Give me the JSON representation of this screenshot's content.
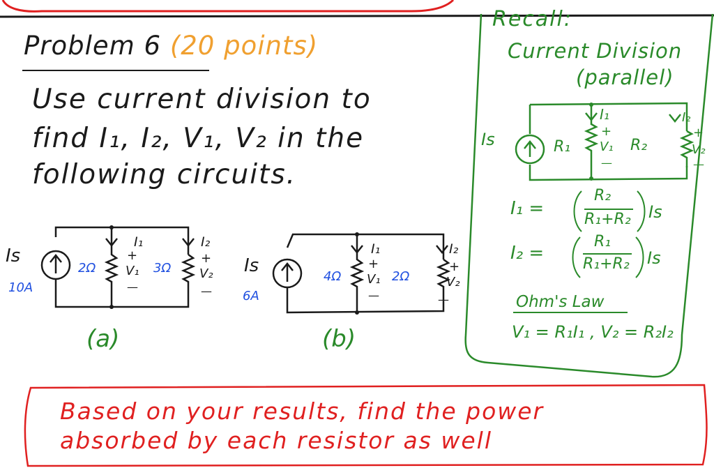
{
  "problem": {
    "title": "Problem 6",
    "points": "(20 points)",
    "lines": [
      "Use current division to",
      "find I₁, I₂, V₁, V₂ in the",
      "following circuits."
    ]
  },
  "recall": {
    "title": "Recall:",
    "subtitle1": "Current Division",
    "subtitle2": "(parallel)",
    "ohms_label": "Ohm's Law",
    "formula_i1_lhs": "I₁ =",
    "formula_i1_num": "R₂",
    "formula_i1_den": "R₁+R₂",
    "formula_i2_lhs": "I₂ =",
    "formula_i2_num": "R₁",
    "formula_i2_den": "R₁+R₂",
    "formula_is": "Is",
    "ohms_formula": "V₁ = R₁I₁ , V₂ = R₂I₂"
  },
  "circuit_labels": {
    "is": "Is",
    "r1": "R₁",
    "r2": "R₂",
    "i1": "I₁",
    "i2": "I₂",
    "v1": "V₁",
    "v2": "V₂",
    "plus": "+",
    "minus": "—"
  },
  "circuit_a": {
    "source_value": "10A",
    "r1_value": "2Ω",
    "r2_value": "3Ω",
    "label": "(a)"
  },
  "circuit_b": {
    "source_value": "6A",
    "r1_value": "4Ω",
    "r2_value": "2Ω",
    "label": "(b)"
  },
  "footer": {
    "line1": "Based on your results, find the power",
    "line2": "absorbed by each resistor as well"
  },
  "colors": {
    "ink": "#1a1a1a",
    "points_orange": "#f0a030",
    "recall_green": "#2a8a2a",
    "values_blue": "#2050e0",
    "footer_red": "#e02020"
  }
}
